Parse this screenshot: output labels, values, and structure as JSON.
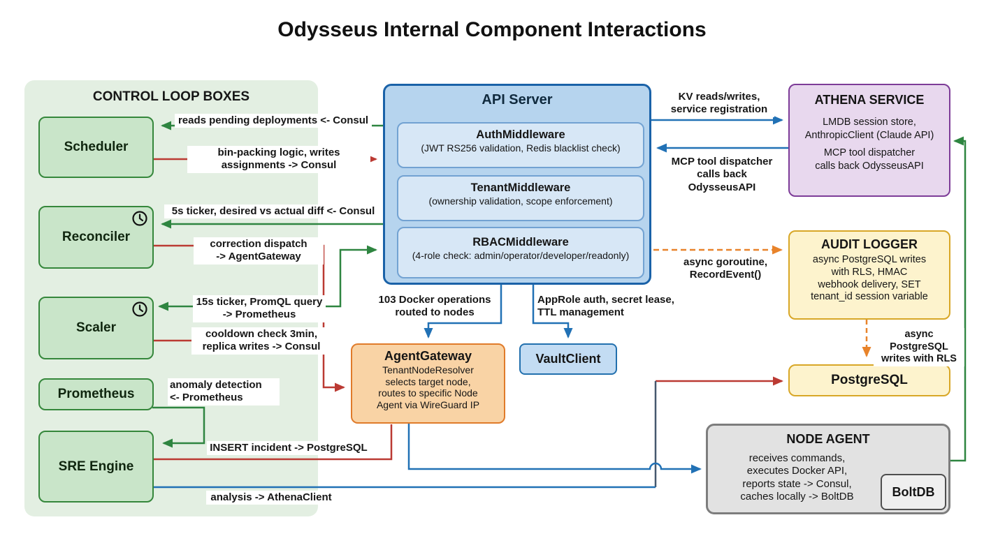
{
  "title": "Odysseus Internal Component Interactions",
  "control_panel": {
    "title": "CONTROL LOOP BOXES",
    "boxes": [
      {
        "label": "Scheduler"
      },
      {
        "label": "Reconciler"
      },
      {
        "label": "Scaler"
      },
      {
        "label": "Prometheus"
      },
      {
        "label": "SRE Engine"
      }
    ]
  },
  "api_server": {
    "title": "API Server",
    "middlewares": [
      {
        "name": "AuthMiddleware",
        "detail": "(JWT RS256 validation, Redis blacklist check)"
      },
      {
        "name": "TenantMiddleware",
        "detail": "(ownership validation, scope enforcement)"
      },
      {
        "name": "RBACMiddleware",
        "detail": "(4-role check: admin/operator/developer/readonly)"
      }
    ]
  },
  "athena": {
    "title": "ATHENA SERVICE",
    "body1": "LMDB session store,\nAnthropicClient (Claude API)",
    "body2": "MCP tool dispatcher\ncalls back OdysseusAPI"
  },
  "audit_logger": {
    "title": "AUDIT LOGGER",
    "body": "async PostgreSQL writes\nwith RLS, HMAC\nwebhook delivery, SET\ntenant_id session variable"
  },
  "postgresql": {
    "title": "PostgreSQL"
  },
  "node_agent": {
    "title": "NODE AGENT",
    "body": "receives commands,\nexecutes Docker API,\nreports state -> Consul,\ncaches locally -> BoltDB",
    "store": "BoltDB"
  },
  "agent_gateway": {
    "title": "AgentGateway",
    "body": "TenantNodeResolver\nselects target node,\nroutes to specific Node\nAgent via WireGuard IP"
  },
  "vault_client": {
    "title": "VaultClient"
  },
  "edge_labels": {
    "scheduler_in": "reads pending deployments <- Consul",
    "scheduler_out": "bin-packing logic, writes\nassignments -> Consul",
    "reconciler_in": "5s ticker, desired vs actual diff <- Consul",
    "reconciler_out": "correction dispatch\n-> AgentGateway",
    "scaler_in": "15s ticker, PromQL query\n-> Prometheus",
    "scaler_out": "cooldown check 3min,\nreplica writes -> Consul",
    "prometheus_sre": "anomaly detection\n<- Prometheus",
    "sre_insert": "INSERT incident -> PostgreSQL",
    "sre_analysis": "analysis -> AthenaClient",
    "docker_ops": "103 Docker operations\nrouted to nodes",
    "approle": "AppRole auth, secret lease,\nTTL management",
    "kv_reads": "KV reads/writes,\nservice registration",
    "mcp_callback": "MCP tool dispatcher\ncalls back OdysseusAPI",
    "async_goroutine": "async goroutine,\nRecordEvent()",
    "async_writes": "async PostgreSQL\nwrites with RLS"
  },
  "colors": {
    "green_edge": "#2e8540",
    "red_edge": "#bb3a33",
    "blue_edge": "#2171b5",
    "orange_edge": "#e8832a",
    "navy_edge": "#45586e",
    "panel_bg": "#e3efe2",
    "green_box": "#c9e5c9",
    "api_bg": "#b6d4ee",
    "athena_bg": "#e8d8ee",
    "yellow_bg": "#fdf3cd",
    "gateway_bg": "#f9d3a5",
    "gray_bg": "#e2e2e2"
  }
}
